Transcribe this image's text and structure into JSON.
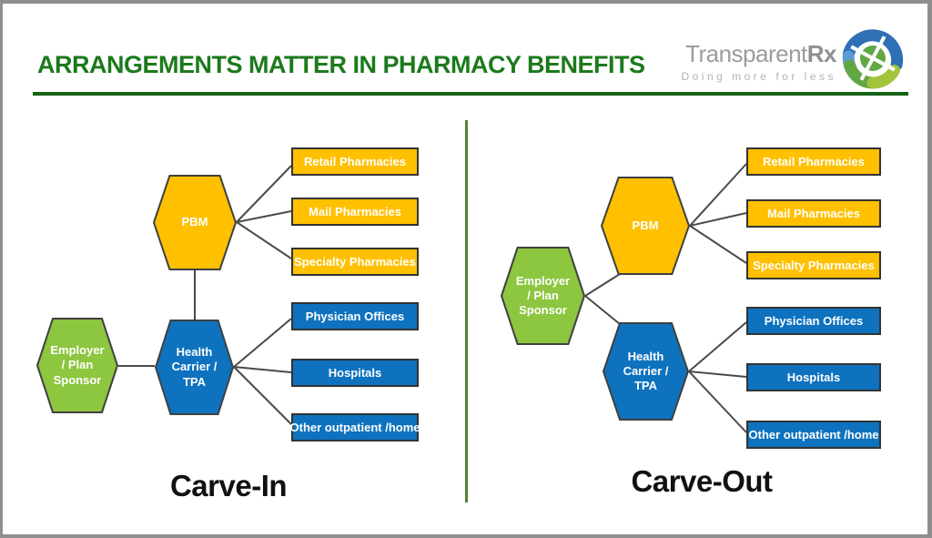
{
  "header": {
    "title": "ARRANGEMENTS MATTER IN PHARMACY BENEFITS",
    "title_color": "#1B7A1B"
  },
  "logo": {
    "brand_main": "Transparent",
    "brand_suffix": "Rx",
    "tagline": "Doing more for less"
  },
  "colors": {
    "pbm_yellow": "#FFC000",
    "carrier_blue": "#0E72BE",
    "employer_green": "#8DC63F",
    "title_green": "#1B7A1B",
    "rule_green": "#156315",
    "divider_green": "#538135",
    "connector_gray": "#4A4A4A",
    "frame_gray": "#8F8F8F"
  },
  "carve_in": {
    "caption": "Carve-In",
    "pbm_label": "PBM",
    "employer_lines": [
      "Employer",
      "/ Plan",
      "Sponsor"
    ],
    "carrier_lines": [
      "Health",
      "Carrier /",
      "TPA"
    ],
    "pharmacy_boxes": [
      "Retail Pharmacies",
      "Mail Pharmacies",
      "Specialty Pharmacies"
    ],
    "medical_boxes": [
      "Physician Offices",
      "Hospitals",
      "Other outpatient /home"
    ]
  },
  "carve_out": {
    "caption": "Carve-Out",
    "pbm_label": "PBM",
    "employer_lines": [
      "Employer",
      "/ Plan",
      "Sponsor"
    ],
    "carrier_lines": [
      "Health",
      "Carrier /",
      "TPA"
    ],
    "pharmacy_boxes": [
      "Retail Pharmacies",
      "Mail Pharmacies",
      "Specialty Pharmacies"
    ],
    "medical_boxes": [
      "Physician Offices",
      "Hospitals",
      "Other outpatient /home"
    ]
  }
}
